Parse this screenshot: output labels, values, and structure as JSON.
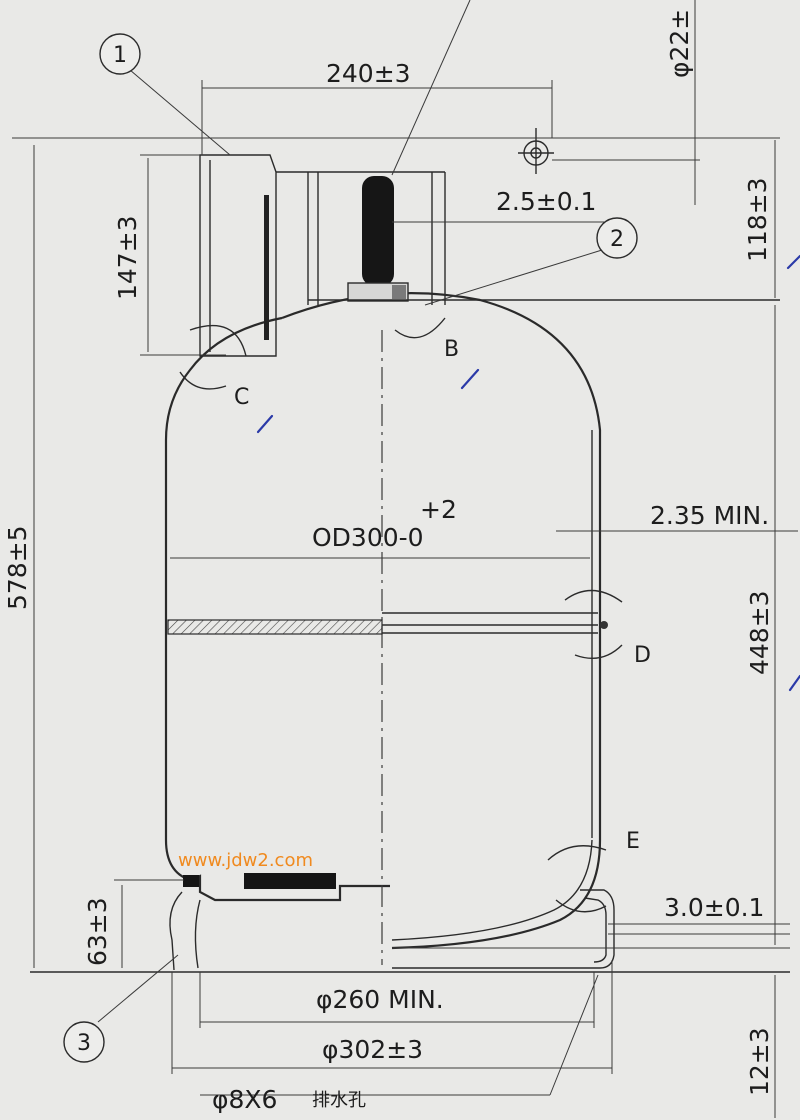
{
  "dimensions": {
    "width_top": "240±3",
    "phi22": "φ22±",
    "h147": "147±3",
    "h118": "118±3",
    "gap25": "2.5±0.1",
    "od_tol": "+2",
    "od": "OD300-0",
    "wall_min": "2.35 MIN.",
    "total_height": "578±5",
    "h448": "448±3",
    "foot_thk": "3.0±0.1",
    "h63": "63±3",
    "d260": "φ260 MIN.",
    "d302": "φ302±3",
    "hole": "φ8X6",
    "h12": "12±3"
  },
  "callouts": {
    "one": "1",
    "two": "2",
    "three": "3"
  },
  "details": {
    "B": "B",
    "C": "C",
    "D": "D",
    "E": "E"
  },
  "notes": {
    "drain_hole": "排水孔",
    "watermark": "www.jdw2.com"
  }
}
